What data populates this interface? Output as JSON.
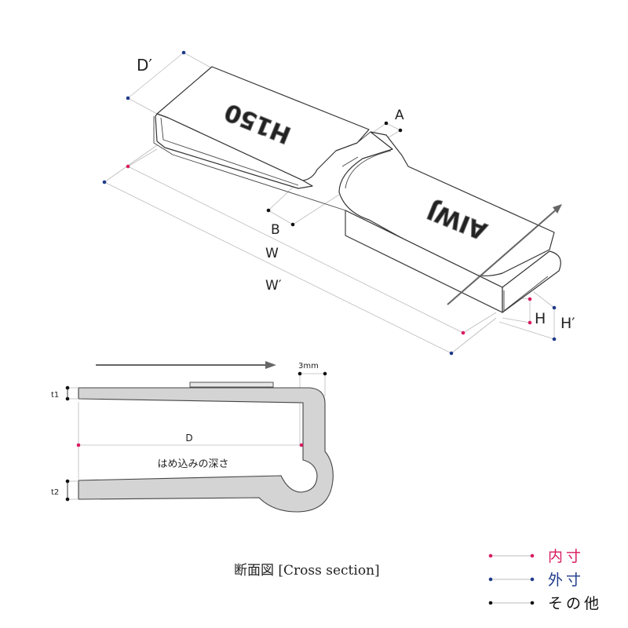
{
  "colors": {
    "inner": "#d81b60",
    "outer": "#1e3a8a",
    "other": "#111111",
    "line": "#bbbbbb"
  },
  "labels": {
    "d_prime": "D′",
    "a": "A",
    "b": "B",
    "w": "W",
    "w_prime": "W′",
    "h": "H",
    "h_prime": "H′",
    "emboss_left": "H150",
    "emboss_right": "AIWJ",
    "mm3": "3mm",
    "t1": "t1",
    "t2": "t2",
    "d": "D",
    "depth": "はめ込みの深さ",
    "caption": "断面図 [Cross section]"
  },
  "legend": [
    {
      "label": "内寸",
      "color": "#d81b60"
    },
    {
      "label": "外寸",
      "color": "#1e3a8a"
    },
    {
      "label": "その他",
      "color": "#111111"
    }
  ]
}
